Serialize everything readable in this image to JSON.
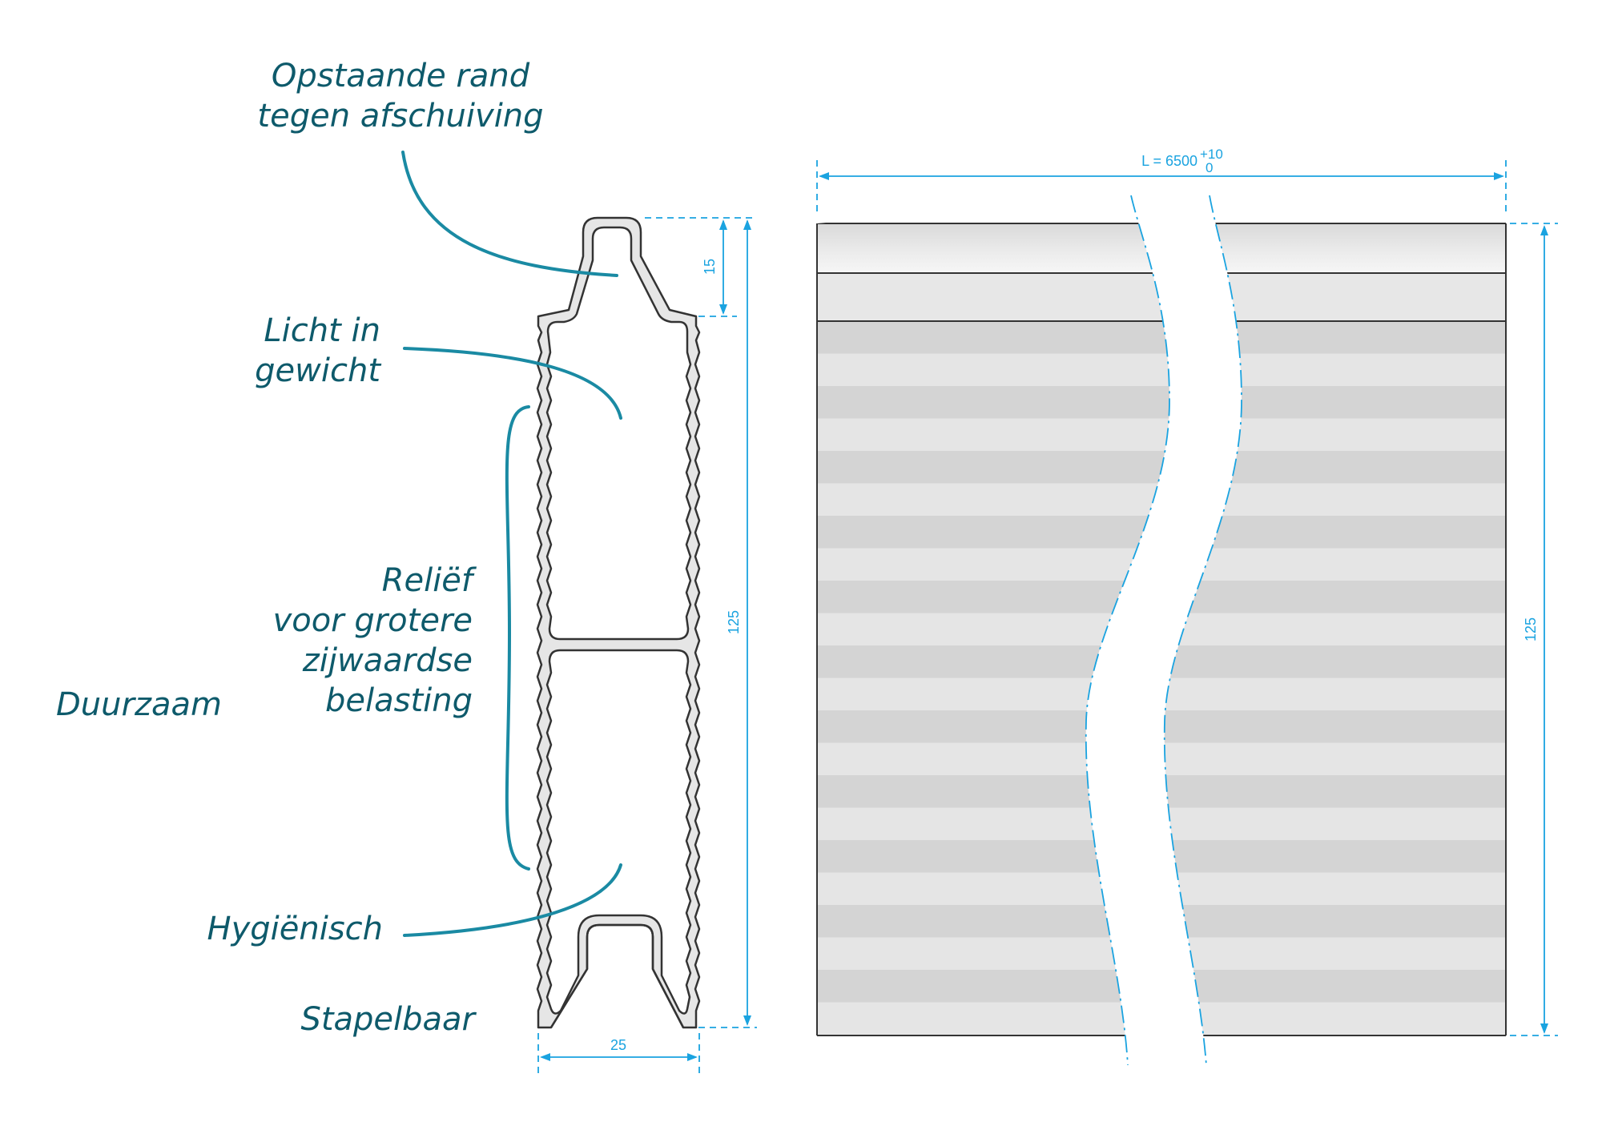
{
  "colors": {
    "label_text": "#0e5a6b",
    "callout": "#1a8aa3",
    "dimension": "#1aa3e0",
    "outline": "#333333",
    "wall_fill": "#e6e6e6",
    "band_dark": "#d4d4d4",
    "band_light": "#e5e5e5",
    "band_top": "#e7e7e7"
  },
  "labels": {
    "opstaande_rand": [
      "Opstaande rand",
      "tegen afschuiving"
    ],
    "licht_in_gewicht": [
      "Licht in",
      "gewicht"
    ],
    "relief": [
      "Reliëf",
      "voor grotere",
      "zijwaardse",
      "belasting"
    ],
    "duurzaam": "Duurzaam",
    "hygienisch": "Hygiënisch",
    "stapelbaar": "Stapelbaar"
  },
  "dimensions": {
    "profile_rib_height": "15",
    "profile_height": "125",
    "profile_width": "25",
    "panel_length": "L = 6500",
    "panel_length_tol_upper": "+10",
    "panel_length_tol_lower": "0",
    "panel_height": "125"
  }
}
